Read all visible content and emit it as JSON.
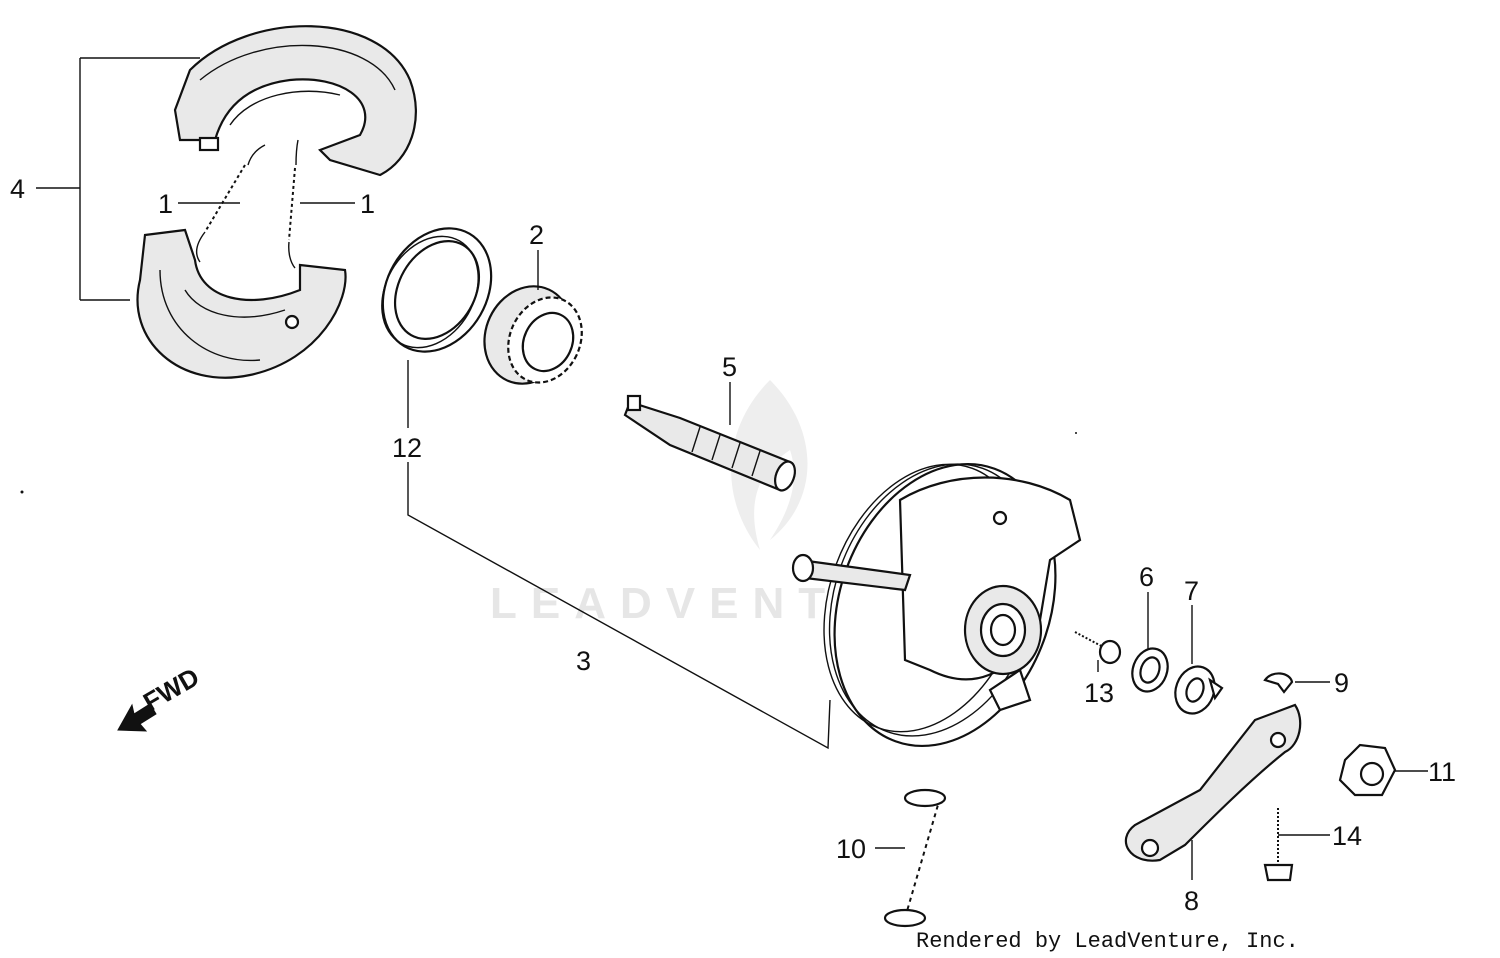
{
  "watermark": "LEADVENTURE",
  "direction_label": "FWD",
  "credit": "Rendered by LeadVenture, Inc.",
  "callouts": {
    "c1a": "1",
    "c1b": "1",
    "c2": "2",
    "c3": "3",
    "c4": "4",
    "c5": "5",
    "c6": "6",
    "c7": "7",
    "c8": "8",
    "c9": "9",
    "c10": "10",
    "c11": "11",
    "c12": "12",
    "c13": "13",
    "c14": "14"
  }
}
